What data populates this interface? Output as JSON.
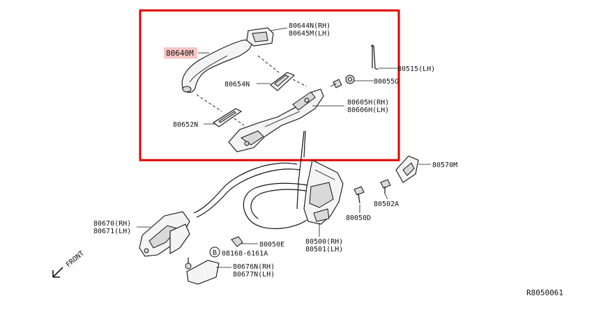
{
  "highlight": {
    "color": "#e00000",
    "label_bg": "#f7c4c4"
  },
  "labels": {
    "p80644n": "80644N(RH)",
    "p80645m": "80645M(LH)",
    "p80640m": "80640M",
    "p80515": "80515(LH)",
    "p80055g": "80055G",
    "p80654n": "80654N",
    "p80605h": "80605H(RH)",
    "p80606h": "80606H(LH)",
    "p80652n": "80652N",
    "p80570m": "80570M",
    "p80502a": "80502A",
    "p80050d": "80050D",
    "p80670": "80670(RH)",
    "p80671": "80671(LH)",
    "p80050e": "80050E",
    "p80500": "80500(RH)",
    "p80501": "80501(LH)",
    "p08168": "08168-6161A",
    "p80676n": "80676N(RH)",
    "p80677n": "80677N(LH)",
    "front": "FRONT",
    "diagram_id": "R8050061",
    "circle_symbol": "B"
  },
  "icons": {
    "front_arrow": "arrow-down-left-icon",
    "bolt": "bolt-icon",
    "screw": "screw-icon"
  }
}
